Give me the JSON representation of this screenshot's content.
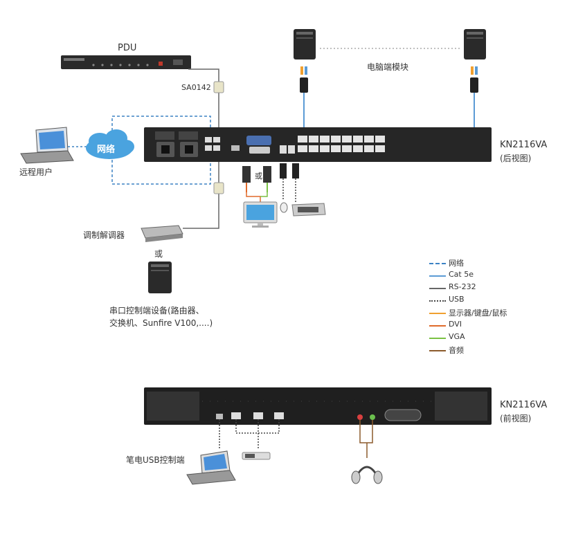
{
  "labels": {
    "pdu": "PDU",
    "sa0142": "SA0142",
    "computer_modules": "电脑端模块",
    "network_cloud": "网络",
    "remote_user": "远程用户",
    "kn_rear_model": "KN2116VA",
    "kn_rear_view": "(后视图)",
    "modem": "调制解调器",
    "or_text": "或",
    "or_small": "或",
    "serial_device_line1": "串口控制端设备(路由器、",
    "serial_device_line2": "交换机、Sunfire V100,....)",
    "kn_front_model": "KN2116VA",
    "kn_front_view": "(前视图)",
    "laptop_usb_console": "笔电USB控制端"
  },
  "legend": [
    {
      "label": "网络",
      "color": "#3b82c4",
      "style": "dashed"
    },
    {
      "label": "Cat 5e",
      "color": "#5b9bd5",
      "style": "solid"
    },
    {
      "label": "RS-232",
      "color": "#666666",
      "style": "solid"
    },
    {
      "label": "USB",
      "color": "#444444",
      "style": "dotted"
    },
    {
      "label": "显示器/键盘/鼠标",
      "color": "#f0a030",
      "style": "solid"
    },
    {
      "label": "DVI",
      "color": "#e06a2a",
      "style": "solid"
    },
    {
      "label": "VGA",
      "color": "#7ac143",
      "style": "solid"
    },
    {
      "label": "音频",
      "color": "#8b5a2b",
      "style": "solid"
    }
  ],
  "colors": {
    "network": "#3b82c4",
    "cat5e": "#5b9bd5",
    "rs232": "#666666",
    "usb": "#444444",
    "device_dark": "#2a2a2a",
    "cloud": "#4aa3df"
  }
}
